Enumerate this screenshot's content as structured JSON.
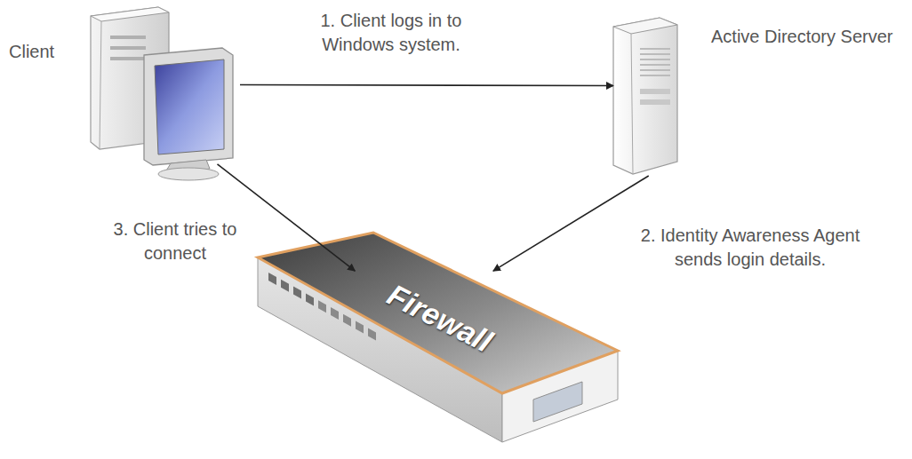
{
  "diagram": {
    "nodes": [
      {
        "text": [
          "Client"
        ]
      },
      {
        "text": [
          "Active Directory Server"
        ]
      },
      {
        "text": [
          "Firewall"
        ]
      }
    ],
    "edges": [
      {
        "from": 0,
        "to": 1,
        "arrow": "to",
        "label": "1. Client logs in to Windows system."
      },
      {
        "from": 1,
        "to": 2,
        "arrow": "to",
        "label": "2. Identity Awareness Agent sends login details."
      },
      {
        "from": 0,
        "to": 2,
        "arrow": "to",
        "label": "3. Client tries to connect"
      }
    ]
  }
}
